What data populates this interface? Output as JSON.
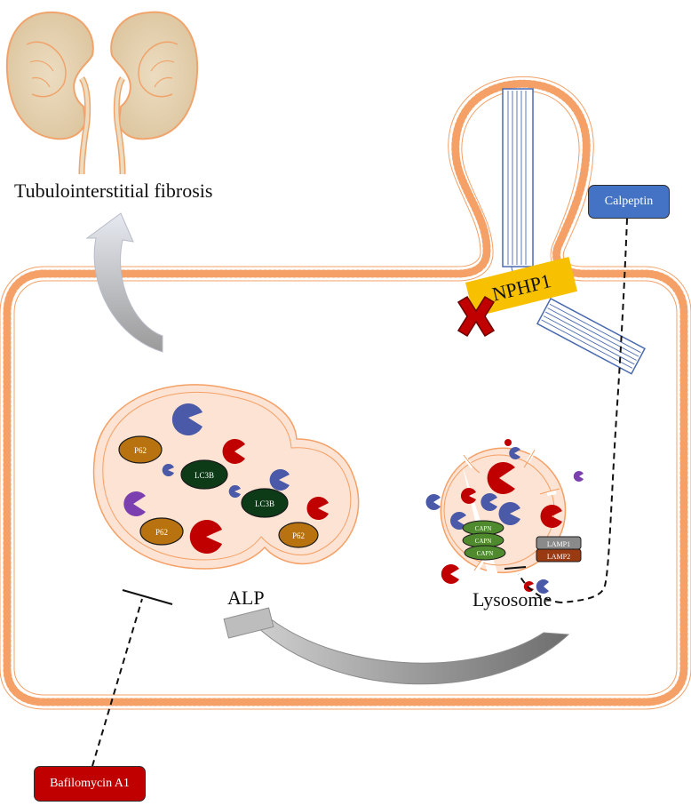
{
  "labels": {
    "fibrosis": "Tubulointerstitial fibrosis",
    "alp": "ALP",
    "lysosome": "Lysosome",
    "nphp1": "NPHP1"
  },
  "drugs": {
    "calpeptin": "Calpeptin",
    "bafilomycin": "Bafilomycin A1"
  },
  "autolysosome": {
    "p62_labels": [
      "P62",
      "P62",
      "P62"
    ],
    "lc3b_labels": [
      "LC3B",
      "LC3B"
    ]
  },
  "lysosome": {
    "capn_labels": [
      "CAPN",
      "CAPN",
      "CAPN"
    ],
    "lamp_labels": [
      "LAMP1",
      "LAMP2"
    ]
  },
  "colors": {
    "membrane": "#f4a066",
    "cell_fill": "#fde3d3",
    "blue_protein": "#4a5aa8",
    "red_protein": "#c00000",
    "purple_protein": "#7b3fb0",
    "p62": "#b8720f",
    "lc3b": "#0d3b17",
    "capn": "#4f8a2e",
    "lamp1": "#8a8a8a",
    "lamp2": "#9a3a12",
    "nphp1": "#f7c000",
    "calpeptin_box": "#4472c4",
    "bafilomycin_box": "#c00000",
    "fiber": "#4a6ab0"
  }
}
